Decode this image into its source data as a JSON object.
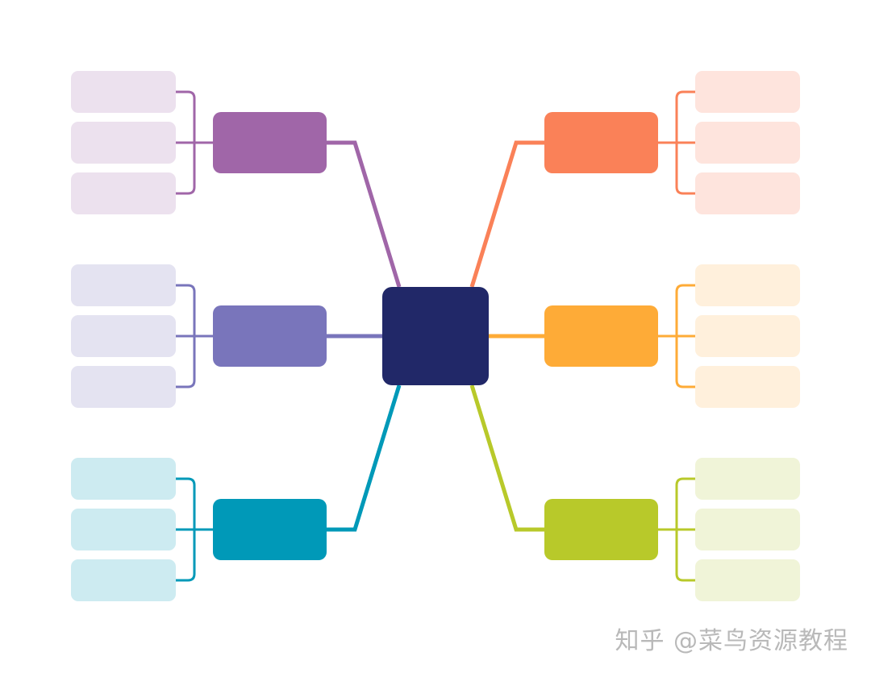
{
  "diagram": {
    "type": "mind-map",
    "center": {
      "color": "#212868"
    },
    "branches": [
      {
        "id": "top-left",
        "color": "#a066a8",
        "leaf_color": "#ece1ee",
        "leaves": 3
      },
      {
        "id": "middle-left",
        "color": "#7975bb",
        "leaf_color": "#e4e3f1",
        "leaves": 3
      },
      {
        "id": "bottom-left",
        "color": "#0099b8",
        "leaf_color": "#cdebf1",
        "leaves": 3
      },
      {
        "id": "top-right",
        "color": "#fa8158",
        "leaf_color": "#fee4dd",
        "leaves": 3
      },
      {
        "id": "middle-right",
        "color": "#feab37",
        "leaf_color": "#fff0dc",
        "leaves": 3
      },
      {
        "id": "bottom-right",
        "color": "#b8c92a",
        "leaf_color": "#f0f4d8",
        "leaves": 3
      }
    ]
  },
  "watermark": {
    "text": "知乎 @菜鸟资源教程"
  }
}
